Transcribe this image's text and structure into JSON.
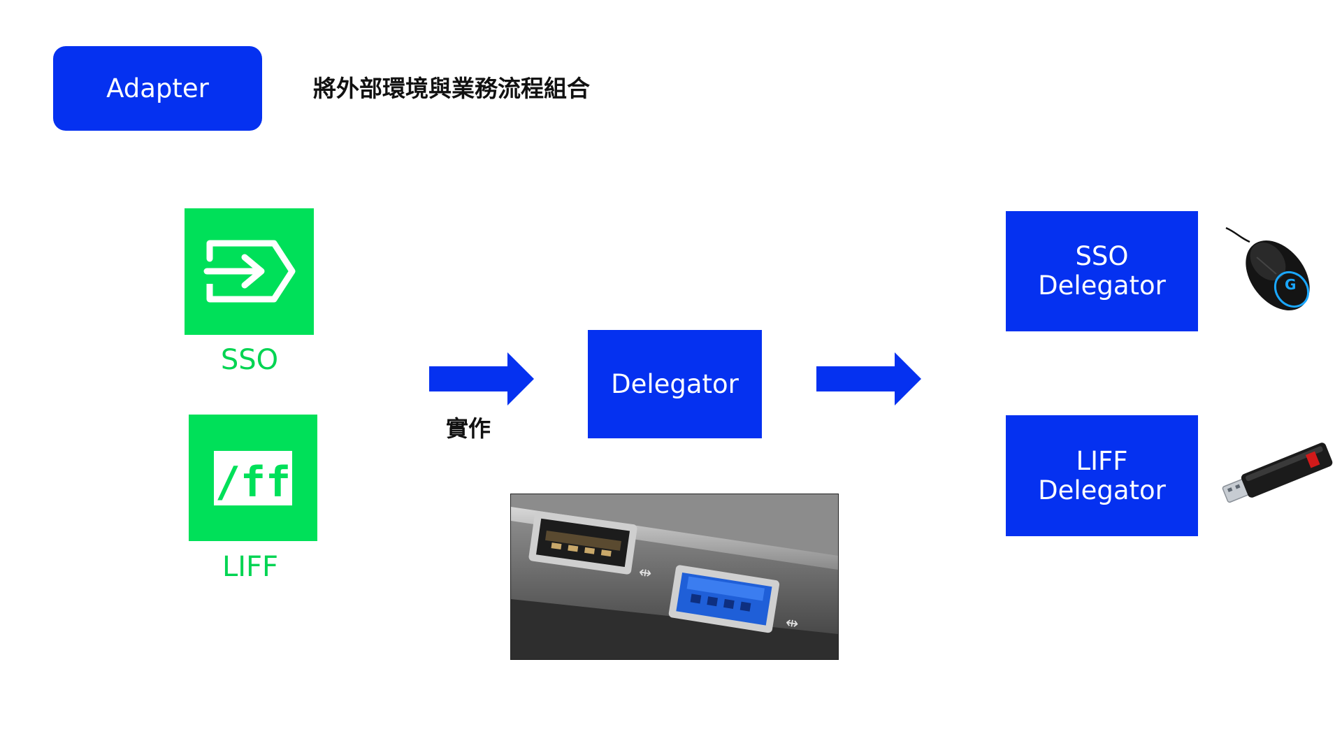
{
  "adapter": {
    "label": "Adapter",
    "description": "將外部環境與業務流程組合"
  },
  "sources": [
    {
      "label": "SSO",
      "icon": "login-arrow-icon"
    },
    {
      "label": "LIFF",
      "icon": "liff-logo-icon",
      "logo_text": "/ff"
    }
  ],
  "flow": {
    "implement_label": "實作",
    "center_box": "Delegator"
  },
  "delegators": [
    {
      "line1": "SSO",
      "line2": "Delegator",
      "device": "mouse"
    },
    {
      "line1": "LIFF",
      "line2": "Delegator",
      "device": "usb-flash-drive"
    }
  ],
  "colors": {
    "primary_blue": "#0531f0",
    "line_green": "#00e059",
    "text_dark": "#111111"
  }
}
